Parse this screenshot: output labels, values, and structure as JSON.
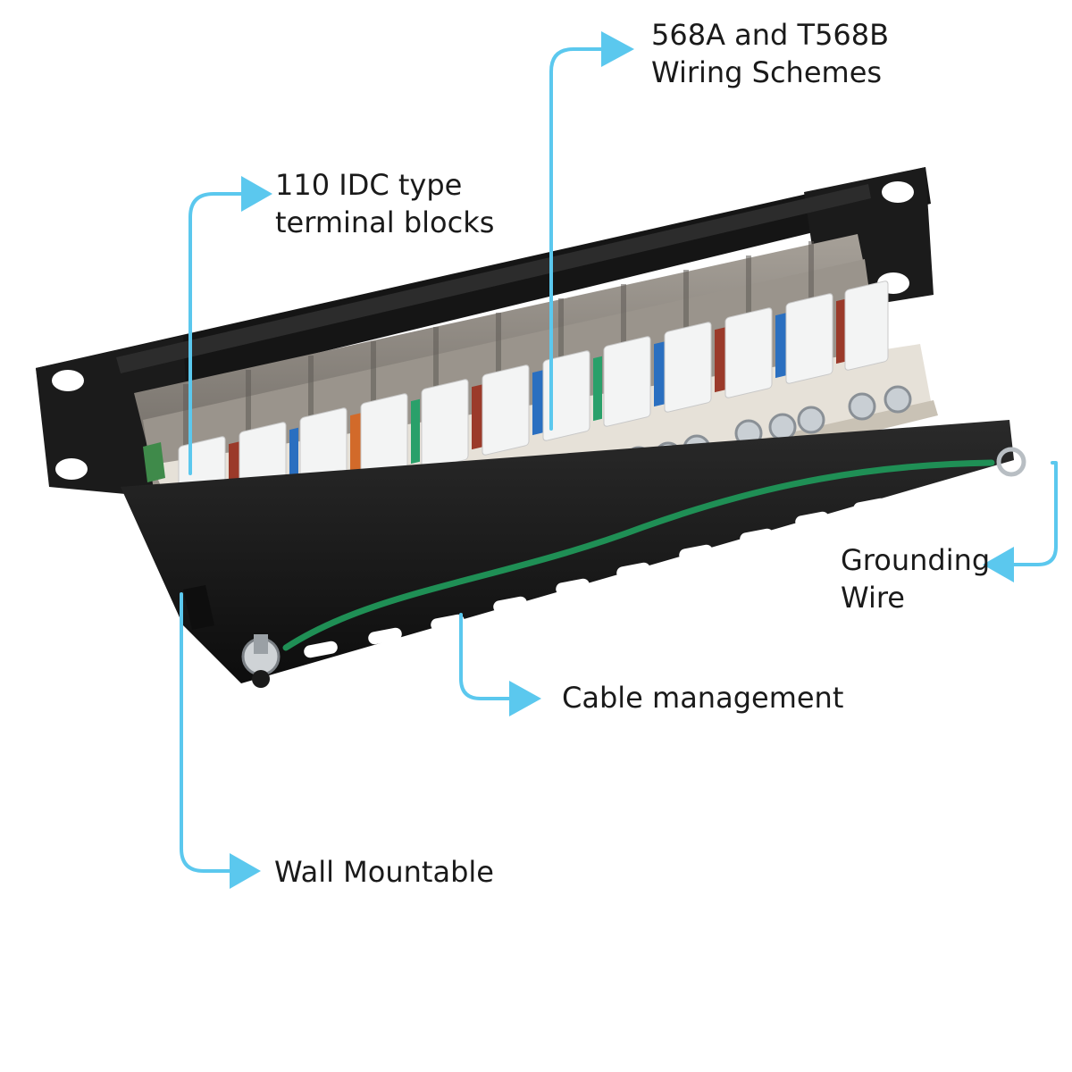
{
  "callouts": {
    "wiring": {
      "line1": "568A and T568B",
      "line2": "Wiring Schemes"
    },
    "idc": {
      "line1": "110 IDC type",
      "line2": "terminal blocks"
    },
    "grounding": {
      "line1": "Grounding",
      "line2": "Wire"
    },
    "cable": {
      "text": "Cable management"
    },
    "wall": {
      "text": "Wall Mountable"
    }
  },
  "colors": {
    "callout_line": "#5bc8ee",
    "panel_black": "#141414",
    "module_gray": "#8e8880",
    "idc_white": "#f3f4f4",
    "ground_wire": "#1f8f55"
  }
}
